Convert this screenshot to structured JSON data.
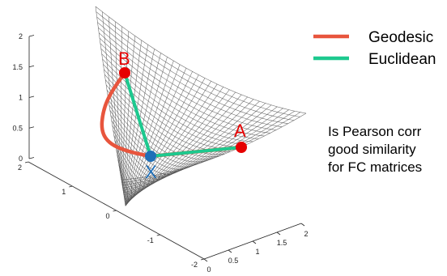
{
  "chart_data": {
    "type": "surface3d",
    "title": "",
    "xlabel": "",
    "ylabel": "",
    "zlabel": "",
    "z_ticks": [
      "0",
      "0.5",
      "1",
      "1.5",
      "2"
    ],
    "y_ticks": [
      "-2",
      "-1",
      "0",
      "1",
      "2"
    ],
    "x_ticks": [
      "0",
      "0.5",
      "1",
      "1.5",
      "2"
    ],
    "surface": {
      "mesh_color": "#555555",
      "fill": "#ffffff"
    },
    "series": [
      {
        "name": "Geodesic",
        "color": "#e8553d"
      },
      {
        "name": "Euclidean",
        "color": "#1dc98f"
      }
    ],
    "points": [
      {
        "label": "B",
        "color": "#e60000"
      },
      {
        "label": "A",
        "color": "#e60000"
      },
      {
        "label": "X",
        "color": "#1f6fb8"
      }
    ],
    "legend_position": "top-right"
  },
  "annotation": {
    "lines": [
      "Is Pearson corr",
      "good similarity",
      "for FC matrices"
    ]
  }
}
